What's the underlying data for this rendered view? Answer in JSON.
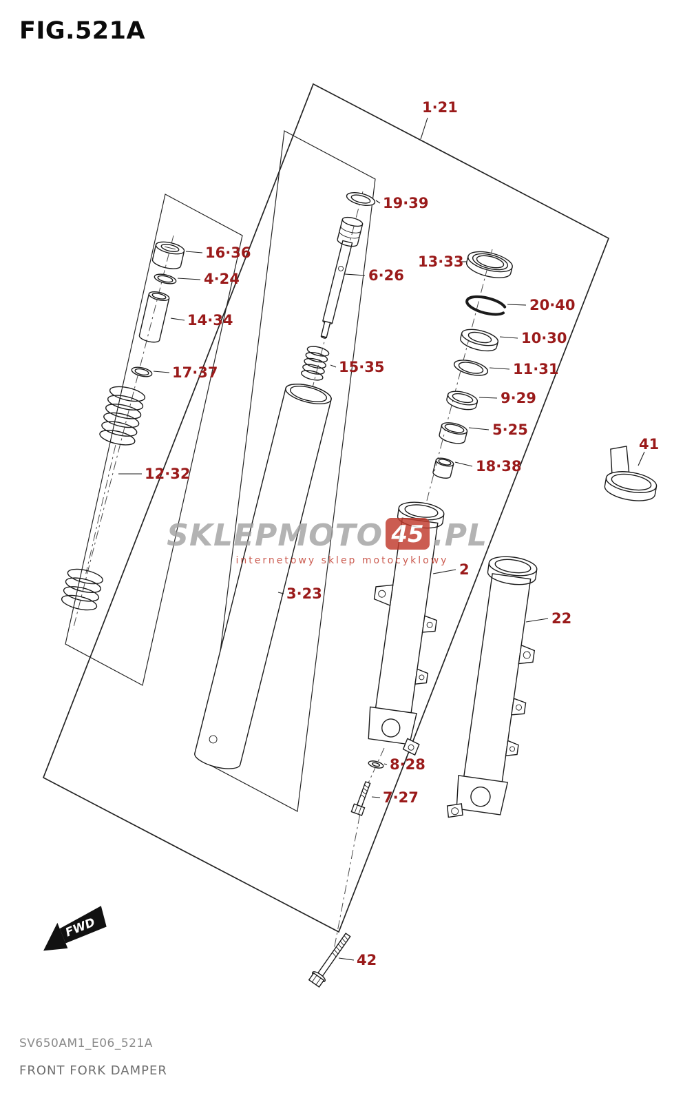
{
  "figure": {
    "title": "FIG.521A",
    "doc_code": "SV650AM1_E06_521A",
    "caption": "FRONT FORK DAMPER",
    "fwd": "FWD"
  },
  "watermark": {
    "brand": "SKLEPMOTO",
    "accent": "45",
    "suffix": ".PL",
    "tagline": "internetowy sklep motocyklowy"
  },
  "colors": {
    "label": "#9a1a1a",
    "line": "#1b1b1b",
    "watermark_gray": "#a3a3a3",
    "watermark_red": "#c0392b"
  },
  "parts": [
    {
      "label": "1·21"
    },
    {
      "label": "19·39"
    },
    {
      "label": "16·36"
    },
    {
      "label": "4·24"
    },
    {
      "label": "6·26"
    },
    {
      "label": "13·33"
    },
    {
      "label": "20·40"
    },
    {
      "label": "10·30"
    },
    {
      "label": "14·34"
    },
    {
      "label": "11·31"
    },
    {
      "label": "15·35"
    },
    {
      "label": "17·37"
    },
    {
      "label": "9·29"
    },
    {
      "label": "5·25"
    },
    {
      "label": "18·38"
    },
    {
      "label": "41"
    },
    {
      "label": "12·32"
    },
    {
      "label": "2"
    },
    {
      "label": "3·23"
    },
    {
      "label": "22"
    },
    {
      "label": "8·28"
    },
    {
      "label": "7·27"
    },
    {
      "label": "42"
    }
  ]
}
